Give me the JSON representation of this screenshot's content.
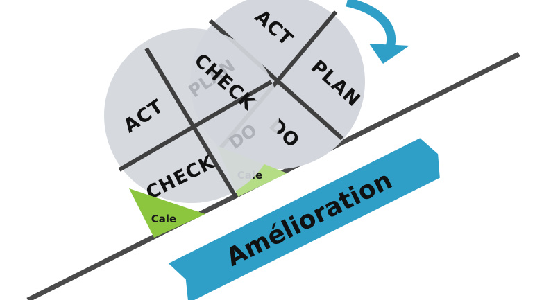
{
  "diagram": {
    "front_wheel": {
      "segments": [
        "ACT",
        "PLAN",
        "DO",
        "CHECK"
      ]
    },
    "back_wheel": {
      "segments": [
        "ACT",
        "CHECK",
        "DO",
        "PLAN"
      ]
    },
    "wedges": {
      "front_label": "Cale",
      "back_label": "Cale"
    },
    "banner": {
      "label": "Amélioration"
    },
    "colors": {
      "wheel_fill": "#d3d7dd",
      "wheel_divider": "#3f3f3f",
      "slope": "#4a4a4a",
      "wedge_dark": "#8cc63f",
      "wedge_light": "#b5dd86",
      "banner": "#2f9fc8",
      "arrow": "#2f9fc8"
    }
  }
}
